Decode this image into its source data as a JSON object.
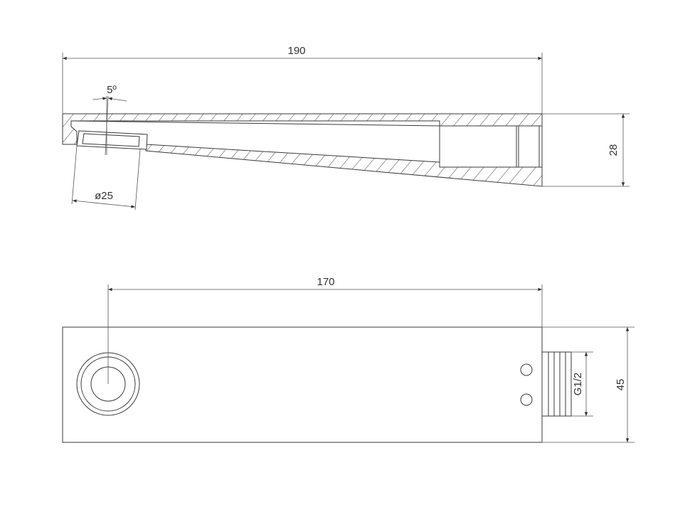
{
  "drawing": {
    "section_view": {
      "length_label": "190",
      "height_label": "28",
      "angle_label": "5º",
      "outlet_diameter_label": "ø25"
    },
    "plan_view": {
      "length_label": "170",
      "width_label": "45",
      "thread_label": "G1/2"
    },
    "colors": {
      "line": "#3a3a3a",
      "background": "#ffffff"
    }
  }
}
